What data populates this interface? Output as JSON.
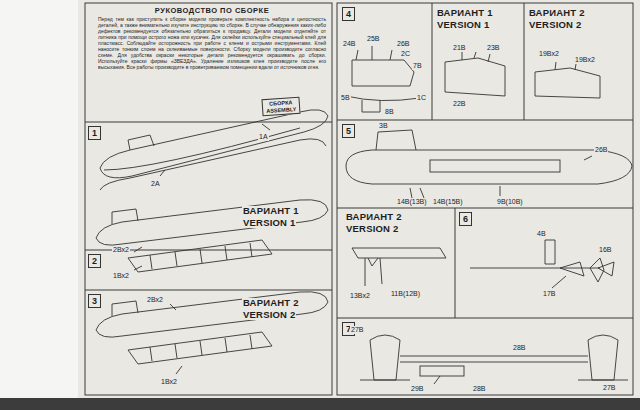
{
  "diagram": {
    "nodes": [
      {
        "text": [
          "РУКОВОДСТВО ПО СБОРКЕ",
          "Перед тем как приступить к сборке модели проверьте комплектность набора и целостность деталей, а также внимательно изучите инструкцию по сборке. В случае обнаружения каких-либо дефектов рекомендуется обязательно обратиться к продавцу. Детали модели отделяйте от литника при помощи острого ножа или кусачек. Для склейки используйте специальный клей для пластмасс. Соблюдайте осторожность при работе с клеем и острыми инструментами. Клей наносите тонким слоем на склеиваемые поверхности. Сборку модели производите согласно схеме. Для удобства окраски некоторые детали рекомендуется окрашивать до сборки. Используйте краски фирмы «ЗВЕЗДА». Удаление излишков клея производите после его высыхания. Все работы производите в проветриваемом помещении вдали от источников огня."
        ]
      },
      {
        "text": [
          "СБОРКА",
          "ASSEMBLY"
        ],
        "in": 0
      },
      {
        "text": [
          "1"
        ]
      },
      {
        "text": [
          "2"
        ]
      },
      {
        "text": [
          "3"
        ]
      },
      {
        "text": [
          "4"
        ]
      },
      {
        "text": [
          "5"
        ]
      },
      {
        "text": [
          "6"
        ]
      },
      {
        "text": [
          "7"
        ]
      }
    ],
    "labels": [
      "1A",
      "2A",
      "ВАРИАНТ 1",
      "VERSION 1",
      "2Bx2",
      "1Bx2",
      "ВАРИАНТ 2",
      "VERSION 2",
      "2Bx2",
      "1Bx2",
      "24B",
      "25B",
      "26B",
      "2C",
      "7B",
      "5B",
      "8B",
      "1C",
      "ВАРИАНТ 1",
      "VERSION 1",
      "21B",
      "22B",
      "23B",
      "ВАРИАНТ 2",
      "VERSION 2",
      "19Bx2",
      "19Bx2",
      "3B",
      "26B",
      "14B(13B)",
      "14B(15B)",
      "9B(10B)",
      "ВАРИАНТ 2",
      "VERSION 2",
      "13Bx2",
      "11B(12B)",
      "4B",
      "16B",
      "17B",
      "27B",
      "28B",
      "27B",
      "29B",
      "28B"
    ]
  }
}
